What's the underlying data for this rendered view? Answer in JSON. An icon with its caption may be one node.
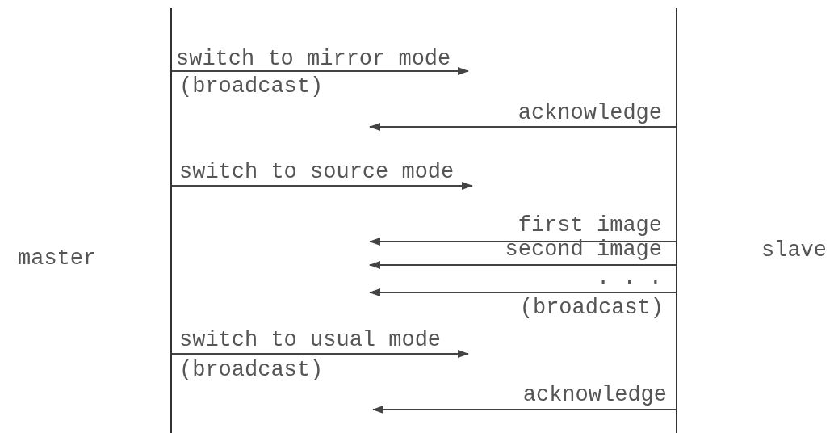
{
  "diagram": {
    "nodes": [
      {
        "text": [],
        "shape": "bar"
      },
      {
        "text": [],
        "shape": "bar"
      }
    ],
    "edges": [
      {
        "from": 0,
        "to": null,
        "arrow": "to",
        "label": "switch to mirror mode"
      },
      {
        "from": 1,
        "to": null,
        "arrow": "to",
        "label": "acknowledge"
      },
      {
        "from": 0,
        "to": null,
        "arrow": "to",
        "label": "switch to source mode"
      },
      {
        "from": 1,
        "to": null,
        "arrow": "to",
        "label": "first image"
      },
      {
        "from": 1,
        "to": null,
        "arrow": "to",
        "label": "second image"
      },
      {
        "from": 1,
        "to": null,
        "arrow": "to",
        "label": ". . ."
      },
      {
        "from": 0,
        "to": null,
        "arrow": "to",
        "label": "switch to usual mode"
      },
      {
        "from": 1,
        "to": null,
        "arrow": "to",
        "label": "acknowledge"
      }
    ],
    "labels": [
      "(broadcast)",
      "master",
      "slave",
      "(broadcast)",
      "(broadcast)"
    ]
  }
}
